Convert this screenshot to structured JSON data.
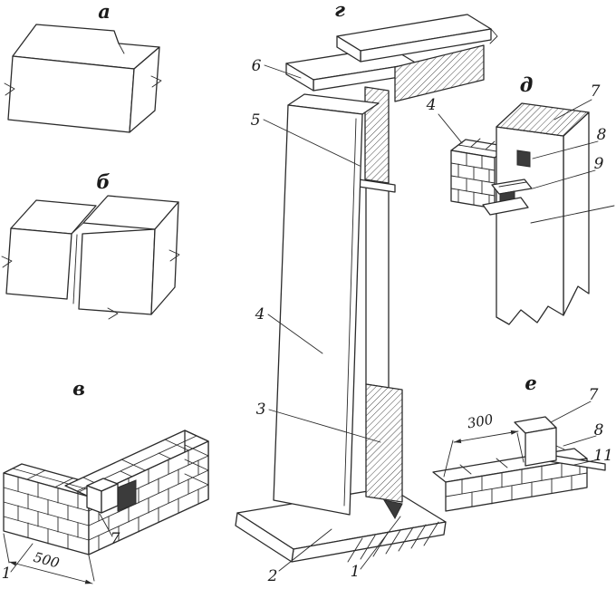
{
  "figure": {
    "background": "#ffffff",
    "ink_color": "#2b2b2b",
    "panels": {
      "a": {
        "label": "а"
      },
      "b": {
        "label": "б"
      },
      "v": {
        "label": "в",
        "callout_7": "7",
        "callout_1": "1",
        "dim_500": "500"
      },
      "g": {
        "label": "г",
        "callout_6": "6",
        "callout_5": "5",
        "callout_4": "4",
        "callout_3": "3",
        "callout_2": "2",
        "callout_1": "1"
      },
      "d": {
        "label": "д",
        "callout_4": "4",
        "callout_7": "7",
        "callout_8": "8",
        "callout_9": "9"
      },
      "e": {
        "label": "е",
        "callout_7": "7",
        "callout_8": "8",
        "callout_11": "11",
        "dim_300": "300"
      }
    }
  }
}
